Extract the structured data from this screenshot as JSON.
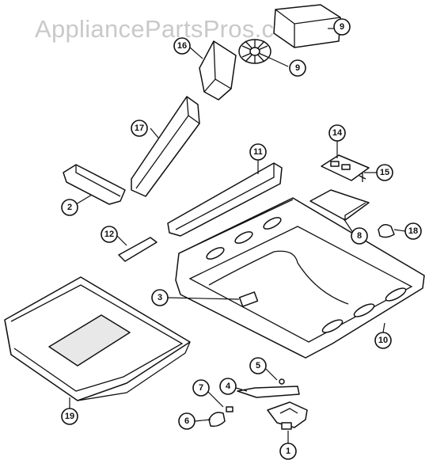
{
  "watermark": "AppliancePartsPros.com",
  "callouts": {
    "c1": "1",
    "c2": "2",
    "c3": "3",
    "c4": "4",
    "c5": "5",
    "c6": "6",
    "c7": "7",
    "c8": "8",
    "c9": "9",
    "c10": "10",
    "c11": "11",
    "c12": "12",
    "c14": "14",
    "c15": "15",
    "c16": "16",
    "c17": "17",
    "c18": "18",
    "c19": "19",
    "c_top": "9"
  }
}
